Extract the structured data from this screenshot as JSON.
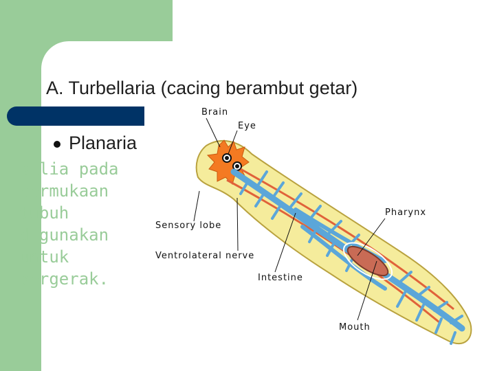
{
  "slide": {
    "title": "A.  Turbellaria (cacing berambut getar)",
    "bullet": "Planaria",
    "description_lines": [
      "silia pada",
      "permukaan",
      "tubuh",
      "digunakan",
      "untuk",
      "bergerak."
    ]
  },
  "diagram": {
    "labels": {
      "brain": "Brain",
      "eye": "Eye",
      "pharynx": "Pharynx",
      "sensory_lobe": "Sensory lobe",
      "ventrolateral_nerve": "Ventrolateral nerve",
      "intestine": "Intestine",
      "mouth": "Mouth"
    },
    "colors": {
      "body": "#f5ec9c",
      "body_outline": "#b9a23f",
      "brain": "#f47a22",
      "intestine": "#5ba6d9",
      "nerve": "#e0623a",
      "pharynx": "#c96b55"
    }
  }
}
